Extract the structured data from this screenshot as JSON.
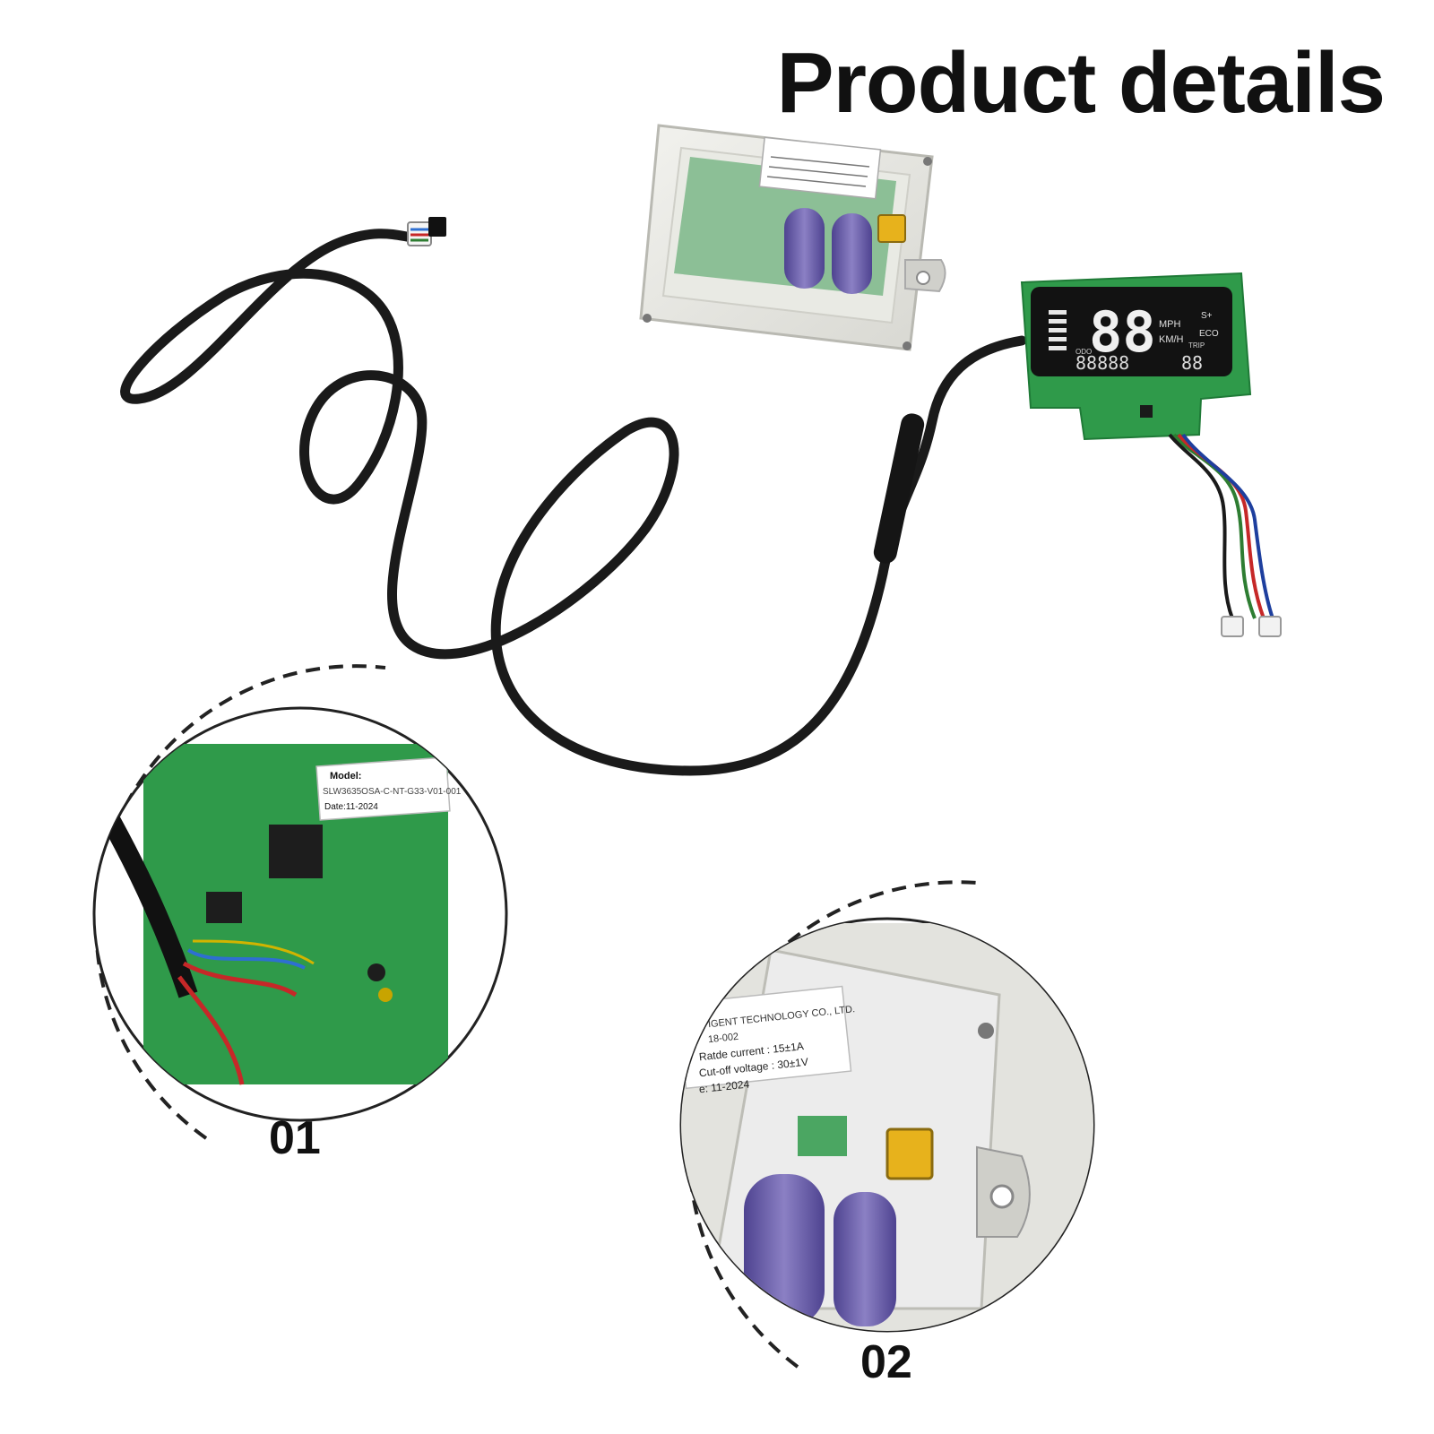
{
  "header": {
    "title": "Product details"
  },
  "colors": {
    "pcb_green": "#2f9a4a",
    "cable_black": "#1a1a1a",
    "lcd_black": "#121212",
    "capacitor_purple": "#6b5fa6",
    "connector_yellow": "#e7b21c"
  },
  "display": {
    "speed": "88",
    "unit_mph": "MPH",
    "unit_kmh": "KM/H",
    "mode_eco": "ECO",
    "mode_s": "S+",
    "odo": "ODO",
    "odo_value": "88888",
    "trip": "TRIP",
    "trip_value": "88"
  },
  "callout_01": {
    "number": "01",
    "label_model_title": "Model:",
    "label_model": "SLW3635OSA-C-NT-G33-V01-001",
    "label_date": "Date:11-2024"
  },
  "callout_02": {
    "number": "02",
    "line1": "IGENT TECHNOLOGY CO., LTD.",
    "line2": "18-002",
    "line3": "Ratde current :   15±1A",
    "line4": "Cut-off voltage : 30±1V",
    "line5": "e: 11-2024"
  }
}
